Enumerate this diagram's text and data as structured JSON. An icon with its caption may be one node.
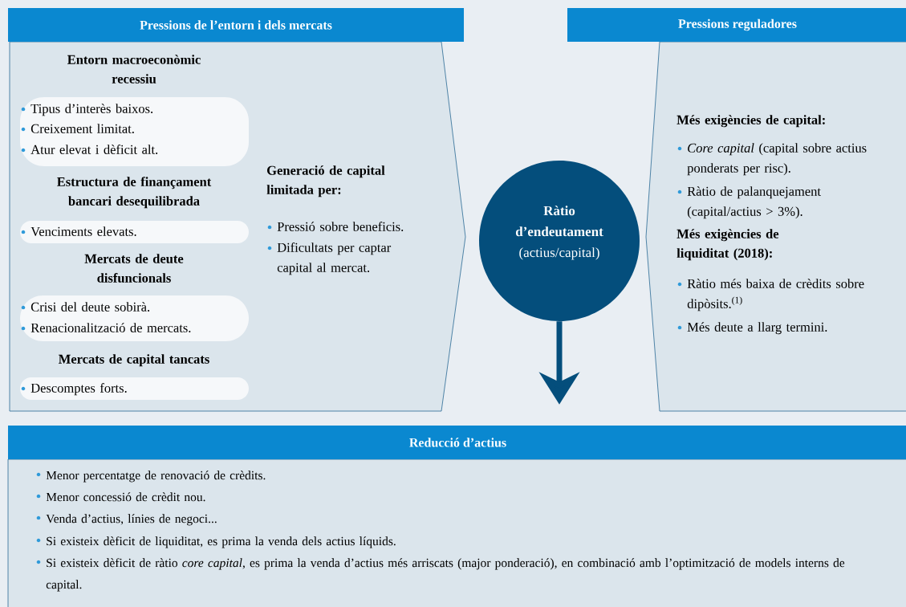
{
  "diagram": {
    "nodes": [
      {
        "text": [
          "Pressions de l’entorn i dels mercats",
          "Generació de capital limitada per:",
          "Pressió sobre beneficis.",
          "Dificultats per captar capital al mercat."
        ]
      },
      {
        "text": [
          "Entorn macroeconòmic recessiu",
          "Tipus d’interès baixos.",
          "Creixement limitat.",
          "Atur elevat i dèficit alt."
        ],
        "in": 0
      },
      {
        "text": [
          "Estructura de finançament bancari desequilibrada",
          "Venciments elevats."
        ],
        "in": 0
      },
      {
        "text": [
          "Mercats de deute disfuncionals",
          "Crisi del deute sobirà.",
          "Renacionalització de mercats."
        ],
        "in": 0
      },
      {
        "text": [
          "Mercats de capital tancats",
          "Descomptes forts."
        ],
        "in": 0
      },
      {
        "text": [
          "Ràtio d’endeutament",
          "(actius/capital)"
        ]
      },
      {
        "text": [
          "Pressions reguladores",
          "Més exigències de capital:",
          "*Core capital* (capital sobre actius ponderats per risc).",
          "Ràtio de palanquejament (capital/actius > 3%).",
          "Més exigències de liquiditat (2018):",
          "Ràtio més baixa de crèdits sobre dipòsits.$^{(1)}$",
          "Més deute a llarg termini."
        ]
      },
      {
        "text": [
          "Reducció d’actius",
          "Menor percentatge de renovació de crèdits.",
          "Menor concessió de crèdit nou.",
          "Venda d’actius, línies de negoci...",
          "Si existeix dèficit de liquiditat, es prima la venda dels actius líquids.",
          "Si existeix dèficit de ràtio *core capital*, es prima la venda d’actius més arriscats (major ponderació), en combinació amb l’optimització de models interns de capital."
        ]
      }
    ],
    "edges": [
      {
        "from": 5,
        "to": 7,
        "arrow": "to"
      }
    ]
  }
}
